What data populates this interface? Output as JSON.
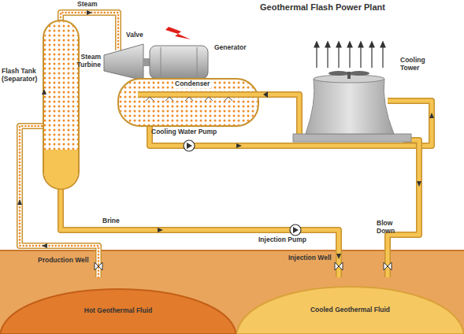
{
  "diagram": {
    "title": "Geothermal Flash Power Plant",
    "nodes": [
      {
        "text": [
          "Hot Geothermal Fluid"
        ]
      },
      {
        "text": [
          "Cooled Geothermal Fluid"
        ]
      }
    ],
    "labels": [
      "Steam",
      "Valve",
      "Steam Turbine",
      "Generator",
      "Cooling Tower",
      "Flash Tank (Separator)",
      "Condenser",
      "Cooling Water Pump",
      "Brine",
      "Injection Pump",
      "Blow Down",
      "Production Well",
      "Injection Well"
    ]
  }
}
